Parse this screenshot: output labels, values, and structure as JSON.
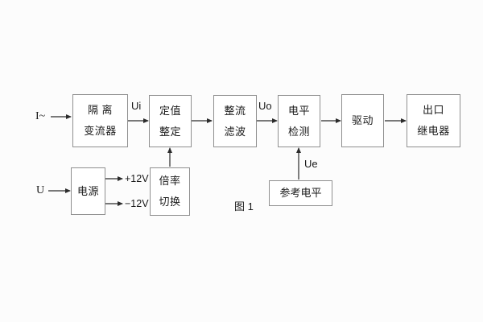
{
  "diagram": {
    "caption": "图 1",
    "nodes": [
      {
        "id": "isolation",
        "line1": "隔 离",
        "line2": "变流器"
      },
      {
        "id": "setting",
        "line1": "定值",
        "line2": "整定"
      },
      {
        "id": "rectifier",
        "line1": "整流",
        "line2": "滤波"
      },
      {
        "id": "level",
        "line1": "电平",
        "line2": "检测"
      },
      {
        "id": "drive",
        "line1": "驱动",
        "line2": ""
      },
      {
        "id": "output",
        "line1": "出口",
        "line2": "继电器"
      },
      {
        "id": "power",
        "line1": "电源",
        "line2": ""
      },
      {
        "id": "multiplier",
        "line1": "倍率",
        "line2": "切换"
      },
      {
        "id": "reference",
        "line1": "参考电平",
        "line2": ""
      }
    ],
    "labels": {
      "current_input": "I~",
      "voltage_input": "U",
      "ui": "Ui",
      "uo": "Uo",
      "ue": "Ue",
      "rail_positive": "+12V",
      "rail_negative": "−12V"
    },
    "colors": {
      "background": "#fcfcfc",
      "box_border": "#8f8f8f",
      "line": "#2b2b2b",
      "text": "#1a1a1a"
    }
  }
}
